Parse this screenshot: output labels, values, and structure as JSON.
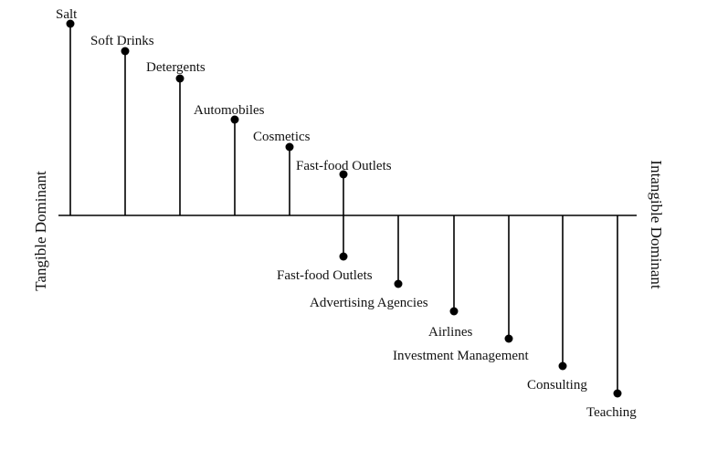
{
  "diagram": {
    "left_axis_label": "Tangible Dominant",
    "right_axis_label": "Intangible Dominant",
    "line_color": "#000000",
    "items": [
      {
        "label": "Salt"
      },
      {
        "label": "Soft Drinks"
      },
      {
        "label": "Detergents"
      },
      {
        "label": "Automobiles"
      },
      {
        "label": "Cosmetics"
      },
      {
        "label": "Fast-food Outlets"
      },
      {
        "label": "Fast-food Outlets"
      },
      {
        "label": "Advertising Agencies"
      },
      {
        "label": "Airlines"
      },
      {
        "label": "Investment Management"
      },
      {
        "label": "Consulting"
      },
      {
        "label": "Teaching"
      }
    ]
  }
}
